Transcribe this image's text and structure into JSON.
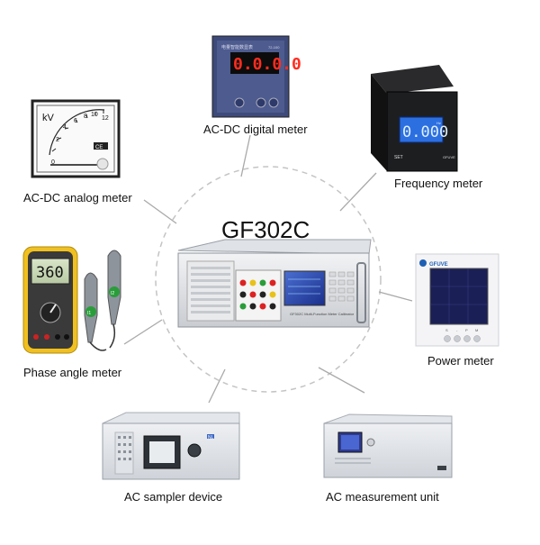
{
  "diagram": {
    "center": {
      "title": "GF302C",
      "panel_text": "GF302C",
      "front_text": "GF302C  Multi-Function Meter Calibrator"
    },
    "nodes": [
      {
        "id": "digital",
        "label": "AC-DC digital meter",
        "display": "0.0.0.0",
        "panel_text": "电量智能数显表",
        "model": "72-100"
      },
      {
        "id": "analog",
        "label": "AC-DC analog meter",
        "unit": "kV",
        "ticks": [
          "0",
          "2",
          "4",
          "6",
          "8",
          "10",
          "12"
        ],
        "brand": "CE"
      },
      {
        "id": "frequency",
        "label": "Frequency meter",
        "display": "0.000",
        "unit": "Hz",
        "keys": "SET",
        "brand": "GFUVE"
      },
      {
        "id": "phase",
        "label": "Phase angle meter",
        "display": "360",
        "clamp_labels": [
          "I1",
          "I2"
        ]
      },
      {
        "id": "power",
        "label": "Power meter",
        "brand": "GFUVE",
        "keys": [
          "S",
          "-",
          "P",
          "M"
        ]
      },
      {
        "id": "sampler",
        "label": "AC sampler device",
        "brand": "NL"
      },
      {
        "id": "measure",
        "label": "AC measurement unit"
      }
    ]
  }
}
